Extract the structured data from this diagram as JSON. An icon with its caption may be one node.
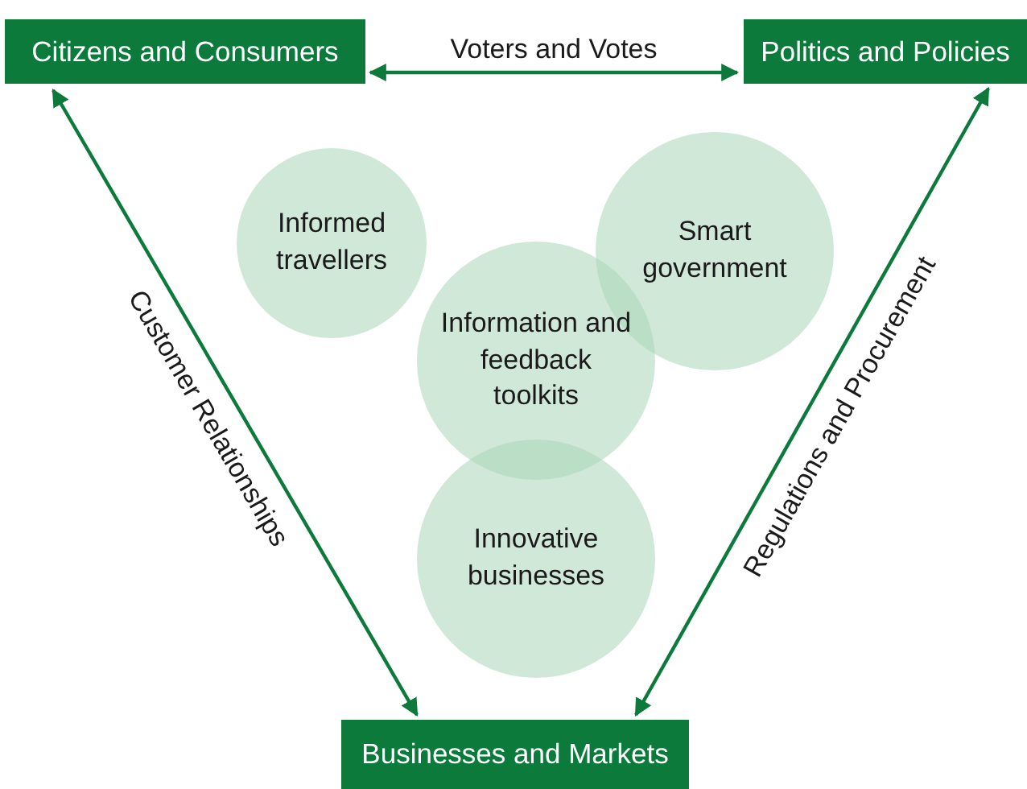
{
  "diagram": {
    "nodes": [
      {
        "text": [
          "Citizens and Consumers"
        ]
      },
      {
        "text": [
          "Politics and Policies"
        ]
      },
      {
        "text": [
          "Informed travellers"
        ]
      },
      {
        "text": [
          "Smart government"
        ]
      },
      {
        "text": [
          "Information and feedback toolkits"
        ]
      },
      {
        "text": [
          "Innovative businesses"
        ]
      },
      {
        "text": [
          "Businesses and Markets"
        ]
      }
    ],
    "edges": [
      {
        "from": 0,
        "to": 1,
        "arrow": "both",
        "label": "Voters and Votes"
      },
      {
        "from": 0,
        "to": 6,
        "arrow": "both",
        "label": "Customer Relationships"
      },
      {
        "from": 1,
        "to": 6,
        "arrow": "both",
        "label": "Regulations and Procurement"
      }
    ]
  }
}
